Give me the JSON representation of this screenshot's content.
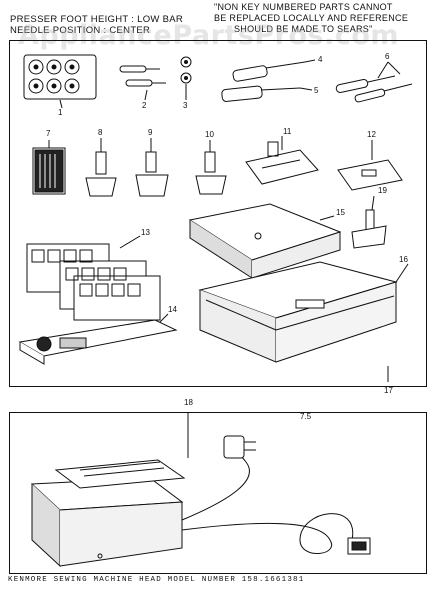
{
  "header": {
    "left_line1": "PRESSER FOOT HEIGHT : LOW BAR",
    "left_line2": "NEEDLE POSITION : CENTER",
    "right_line1": "\"NON KEY NUMBERED PARTS CANNOT",
    "right_line2": "BE REPLACED LOCALLY AND REFERENCE",
    "right_line3": "SHOULD BE MADE TO SEARS\""
  },
  "watermark": "AppliancePartsPros.com",
  "callouts": {
    "c1": "1",
    "c2": "2",
    "c3": "3",
    "c4": "4",
    "c5": "5",
    "c6": "6",
    "c7": "7",
    "c8": "8",
    "c9": "9",
    "c10": "10",
    "c11": "11",
    "c12": "12",
    "c13": "13",
    "c14": "14",
    "c15": "15",
    "c16": "16",
    "c17": "17",
    "c18": "18",
    "c19": "19",
    "c20": "7.5"
  },
  "footer": "KENMORE SEWING MACHINE HEAD MODEL NUMBER 158.1661381"
}
